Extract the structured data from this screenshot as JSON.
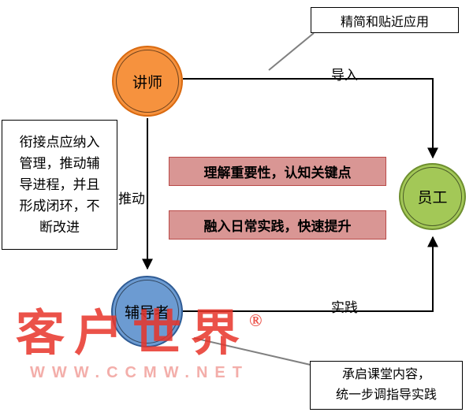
{
  "diagram": {
    "nodes": {
      "lecturer": {
        "label": "讲师"
      },
      "employee": {
        "label": "员工"
      },
      "coach": {
        "label": "辅导者"
      }
    },
    "edge_labels": {
      "import": "导入",
      "push": "推动",
      "practice": "实践"
    },
    "notes": {
      "top": "精简和贴近应用",
      "left": "衔接点应纳入\n管理，推动辅\n导进程，并且\n形成闭环，不\n断改进",
      "bottom": "承启课堂内容，\n统一步调指导实践"
    },
    "key_points": {
      "first": "理解重要性，认知关键点",
      "second": "融入日常实践，快速提升"
    }
  },
  "watermark": {
    "brand": "客户世界",
    "registered": "®",
    "url": "WWW.CCMW.NET"
  },
  "colors": {
    "lecturer_fill": "#F6923E",
    "lecturer_border": "#D96A10",
    "employee_fill": "#A3C857",
    "employee_border": "#6E8F2F",
    "coach_fill": "#6C9BD2",
    "coach_border": "#2F5B94",
    "keypoint_fill": "#D99694",
    "keypoint_border": "#B94A48",
    "arrow": "#000000",
    "connector": "#808080",
    "watermark": "#E8342A",
    "watermark_url": "#F2A19C"
  }
}
